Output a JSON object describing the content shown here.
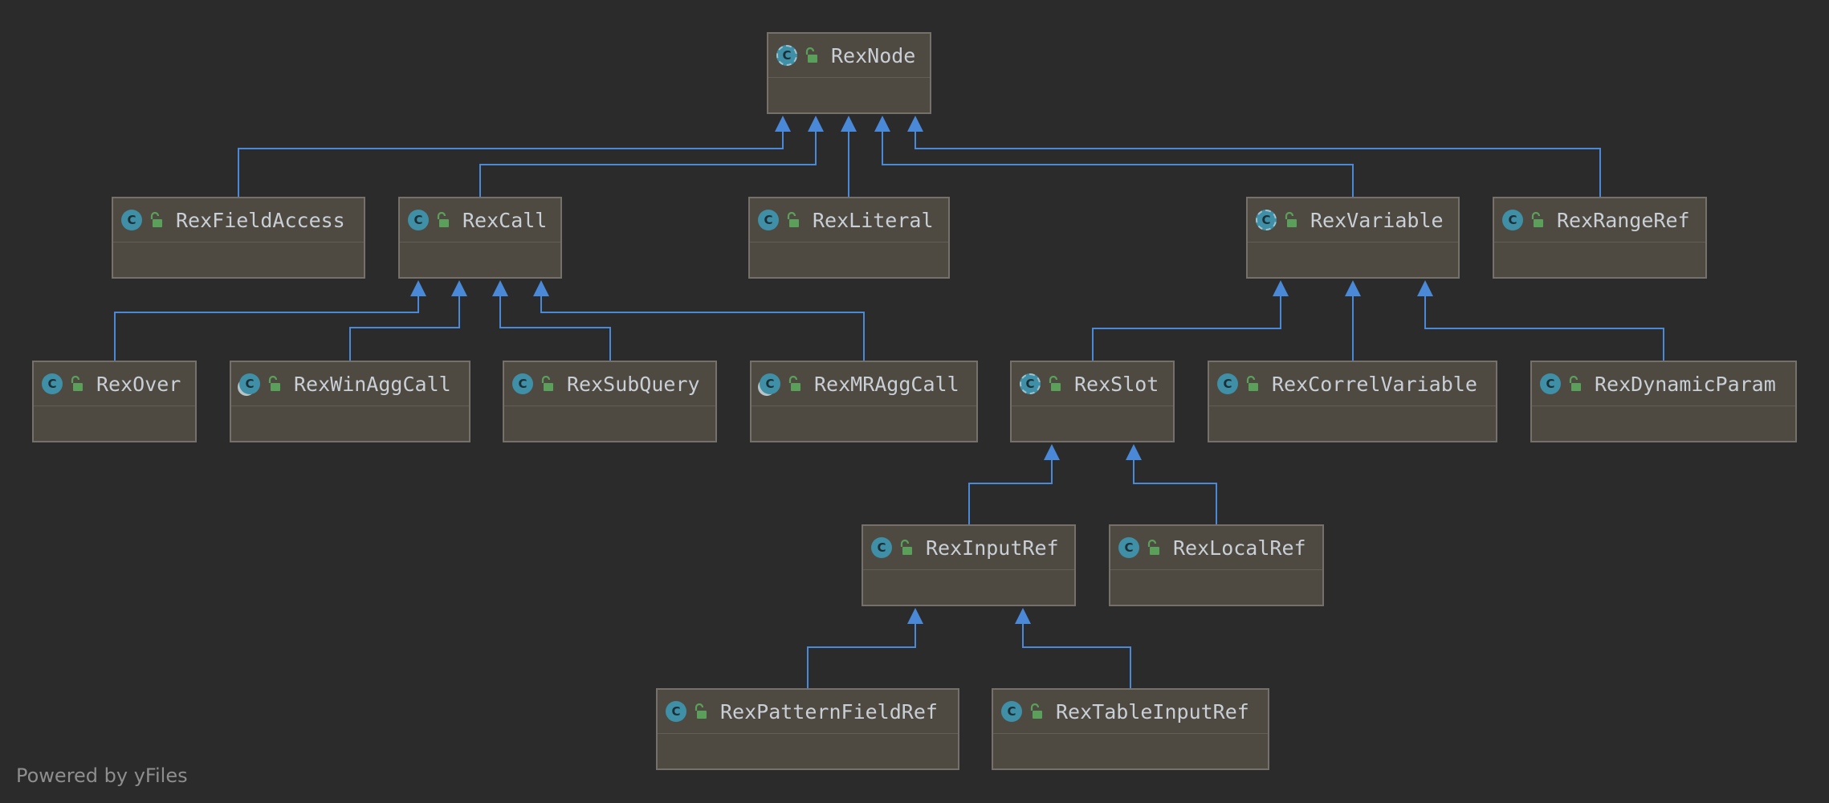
{
  "nodes": [
    {
      "id": "RexNode",
      "label": "RexNode",
      "kind": "abstract"
    },
    {
      "id": "RexFieldAccess",
      "label": "RexFieldAccess",
      "kind": "class"
    },
    {
      "id": "RexCall",
      "label": "RexCall",
      "kind": "class"
    },
    {
      "id": "RexLiteral",
      "label": "RexLiteral",
      "kind": "class"
    },
    {
      "id": "RexVariable",
      "label": "RexVariable",
      "kind": "abstract"
    },
    {
      "id": "RexRangeRef",
      "label": "RexRangeRef",
      "kind": "class"
    },
    {
      "id": "RexOver",
      "label": "RexOver",
      "kind": "class"
    },
    {
      "id": "RexWinAggCall",
      "label": "RexWinAggCall",
      "kind": "special"
    },
    {
      "id": "RexSubQuery",
      "label": "RexSubQuery",
      "kind": "class"
    },
    {
      "id": "RexMRAggCall",
      "label": "RexMRAggCall",
      "kind": "special"
    },
    {
      "id": "RexSlot",
      "label": "RexSlot",
      "kind": "abstract"
    },
    {
      "id": "RexCorrelVariable",
      "label": "RexCorrelVariable",
      "kind": "class"
    },
    {
      "id": "RexDynamicParam",
      "label": "RexDynamicParam",
      "kind": "class"
    },
    {
      "id": "RexInputRef",
      "label": "RexInputRef",
      "kind": "class"
    },
    {
      "id": "RexLocalRef",
      "label": "RexLocalRef",
      "kind": "class"
    },
    {
      "id": "RexPatternFieldRef",
      "label": "RexPatternFieldRef",
      "kind": "class"
    },
    {
      "id": "RexTableInputRef",
      "label": "RexTableInputRef",
      "kind": "class"
    }
  ],
  "edges": [
    {
      "from": "RexFieldAccess",
      "to": "RexNode"
    },
    {
      "from": "RexCall",
      "to": "RexNode"
    },
    {
      "from": "RexLiteral",
      "to": "RexNode"
    },
    {
      "from": "RexVariable",
      "to": "RexNode"
    },
    {
      "from": "RexRangeRef",
      "to": "RexNode"
    },
    {
      "from": "RexOver",
      "to": "RexCall"
    },
    {
      "from": "RexWinAggCall",
      "to": "RexCall"
    },
    {
      "from": "RexSubQuery",
      "to": "RexCall"
    },
    {
      "from": "RexMRAggCall",
      "to": "RexCall"
    },
    {
      "from": "RexSlot",
      "to": "RexVariable"
    },
    {
      "from": "RexCorrelVariable",
      "to": "RexVariable"
    },
    {
      "from": "RexDynamicParam",
      "to": "RexVariable"
    },
    {
      "from": "RexInputRef",
      "to": "RexSlot"
    },
    {
      "from": "RexLocalRef",
      "to": "RexSlot"
    },
    {
      "from": "RexPatternFieldRef",
      "to": "RexInputRef"
    },
    {
      "from": "RexTableInputRef",
      "to": "RexInputRef"
    }
  ],
  "icon_letter": "C",
  "footer": "Powered by yFiles",
  "colors": {
    "background": "#2b2b2b",
    "node_fill": "#4e4a42",
    "node_border": "#75716a",
    "edge": "#4a88d8",
    "class_icon": "#3f8fa6",
    "lock_icon": "#5aa05a"
  }
}
